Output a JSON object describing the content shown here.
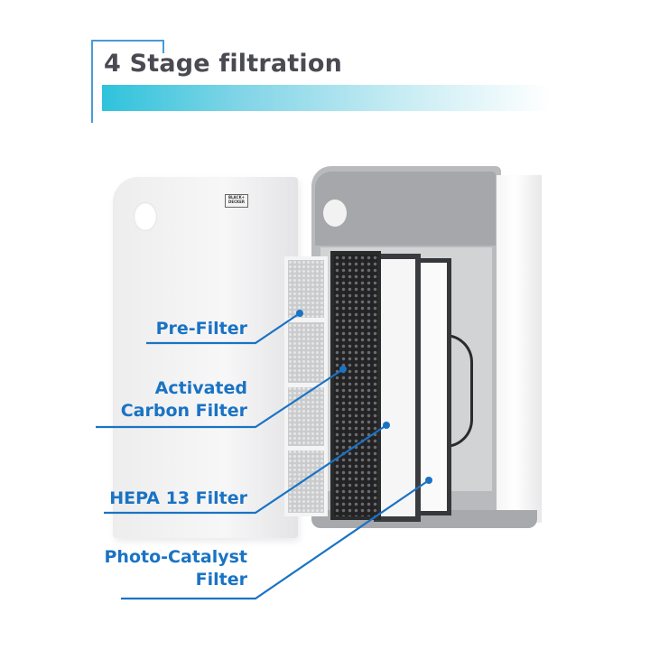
{
  "header": {
    "title": "4 Stage filtration",
    "accent_color": "#2ec3dc",
    "frame_color": "#4a9ad8"
  },
  "product": {
    "brand_logo_line1": "BLACK+",
    "brand_logo_line2": "DECKER"
  },
  "labels": {
    "color": "#1a73c4",
    "items": [
      {
        "line1": "Pre-Filter",
        "line2": ""
      },
      {
        "line1": "Activated",
        "line2": "Carbon Filter"
      },
      {
        "line1": "HEPA 13 Filter",
        "line2": ""
      },
      {
        "line1": "Photo-Catalyst",
        "line2": "Filter"
      }
    ]
  }
}
